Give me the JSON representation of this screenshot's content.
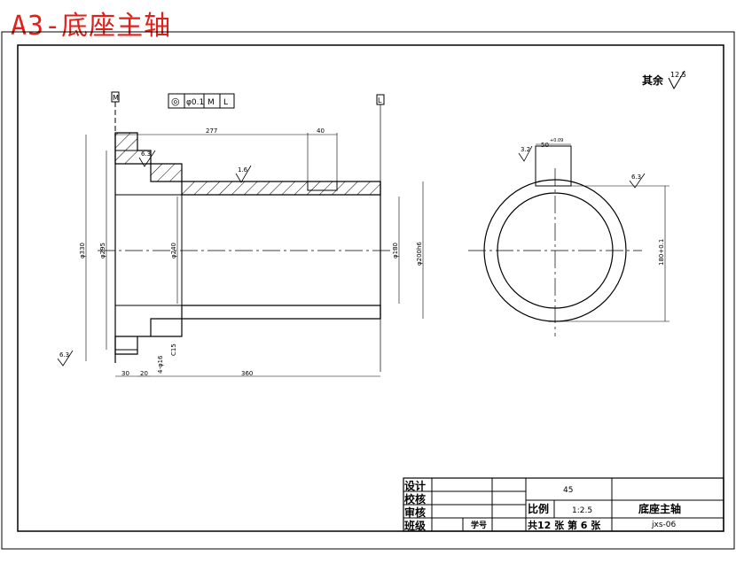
{
  "title": "A3-底座主轴",
  "roughness_other": {
    "label": "其余",
    "value": "12.5"
  },
  "datum_m": "M",
  "datum_l": "L",
  "tolerance_frame": {
    "symbol": "◎",
    "value": "φ0.1",
    "mod1": "M",
    "mod2": "L"
  },
  "front_view": {
    "dims": {
      "len_277": "277",
      "len_40": "40",
      "len_30": "30",
      "len_20": "20",
      "len_360": "360",
      "dia_330": "φ330",
      "dia_295": "φ295",
      "dia_240": "φ240",
      "dia_180": "φ180",
      "dia_200": "φ200h6",
      "chamfer": "C15",
      "thread": "4-φ16"
    },
    "roughness": {
      "r1": "6.3",
      "r2": "1.6",
      "r3": "6.3"
    }
  },
  "side_view": {
    "keyway": "50",
    "tol": "+0.09",
    "rough_key": "3.2",
    "rough_right": "6.3",
    "height_dim": "180+0.1"
  },
  "title_block": {
    "roles": [
      "设计",
      "校核",
      "审核",
      "班级"
    ],
    "student_no": "学号",
    "material": "45",
    "scale_label": "比例",
    "scale_value": "1:2.5",
    "part_name": "底座主轴",
    "sheets": "共12 张 第 6 张",
    "drawing_no": "jxs-06"
  }
}
